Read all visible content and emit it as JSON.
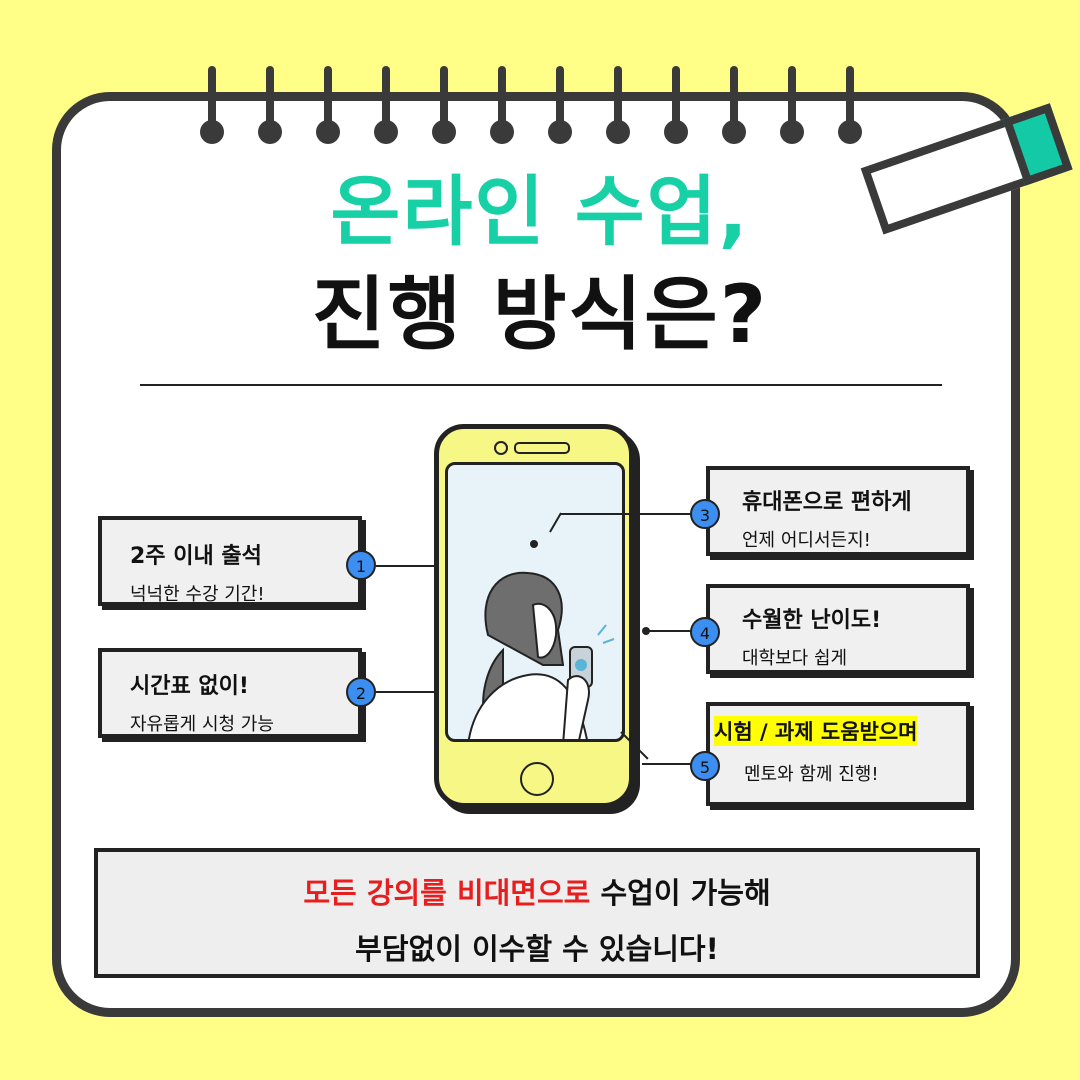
{
  "colors": {
    "background": "#FFFF88",
    "accent": "#18d0a6",
    "badge": "#3c8ef0",
    "highlight": "#ffff00",
    "emphasis": "#e81e1e"
  },
  "title": {
    "line1": "온라인 수업,",
    "line2": "진행 방식은?"
  },
  "items": [
    {
      "num": "1",
      "heading": "2주 이내 출석",
      "sub": "넉넉한 수강 기간!"
    },
    {
      "num": "2",
      "heading": "시간표 없이!",
      "sub": "자유롭게 시청 가능"
    },
    {
      "num": "3",
      "heading": "휴대폰으로 편하게",
      "sub": "언제 어디서든지!"
    },
    {
      "num": "4",
      "heading": "수월한 난이도!",
      "sub": "대학보다 쉽게"
    },
    {
      "num": "5",
      "heading": "시험 / 과제 도움받으며",
      "sub": "멘토와 함께 진행!"
    }
  ],
  "footer": {
    "line1_red": "모든 강의를 비대면으로",
    "line1_rest": " 수업이 가능해",
    "line2": "부담없이 이수할 수 있습니다!"
  },
  "icons": {
    "phone": "smartphone-illustration",
    "eraser": "eraser-icon",
    "ring": "binder-ring-icon"
  }
}
